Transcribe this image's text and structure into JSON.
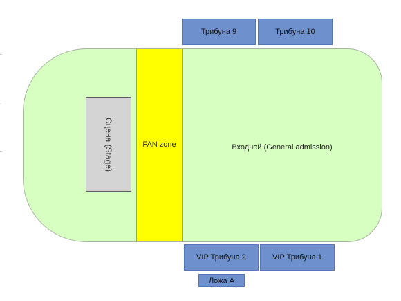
{
  "stands": {
    "top_left": "Трибуна 9",
    "top_right": "Трибуна 10",
    "bottom_left": "VIP Трибуна 2",
    "bottom_right": "VIP Трибуна 1",
    "box": "Ложа A"
  },
  "zones": {
    "stage": "Сцена (Stage)",
    "fan_zone": "FAN zone",
    "general_admission": "Входной (General admission)"
  },
  "colors": {
    "floor": "#d7ffc1",
    "fan_zone": "#ffff00",
    "stage": "#d4d4d4",
    "stands": "#6e90cc"
  }
}
